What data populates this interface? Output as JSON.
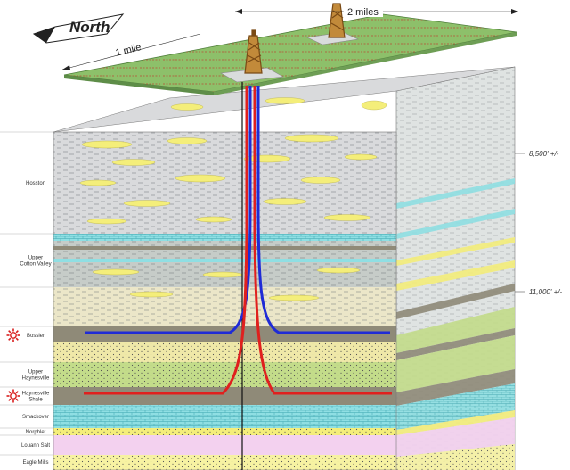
{
  "compass": {
    "label": "North"
  },
  "dimensions": {
    "width_label": "2 miles",
    "depth_label": "1 mile"
  },
  "depth_markers": [
    {
      "label": "8,500' +/-"
    },
    {
      "label": "11,000' +/-"
    }
  ],
  "formations": [
    {
      "name": "Hosston",
      "target": false
    },
    {
      "name": "Upper\nCotton Valley",
      "target": false
    },
    {
      "name": "Bossier",
      "target": true
    },
    {
      "name": "Upper\nHaynesville",
      "target": false
    },
    {
      "name": "Haynesville\nShale",
      "target": true
    },
    {
      "name": "Smackover",
      "target": false
    },
    {
      "name": "Norphlet",
      "target": false
    },
    {
      "name": "Louann Salt",
      "target": false
    },
    {
      "name": "Eagle Mills",
      "target": false
    }
  ],
  "colors": {
    "surface": "#8dc06a",
    "wellbore_bossier": "#1f2bd6",
    "wellbore_haynesville": "#e0201e",
    "target_marker": "#d81e1e",
    "hosston": "#d9dadc",
    "cotton_valley": "#c6ccc8",
    "sand": "#f4ee7a",
    "limestone": "#8fdfe3",
    "shale": "#8f8a78",
    "salt": "#f3d1ef",
    "eagle_mills": "#f7f2a2"
  },
  "icons": {
    "target": "target-sun-icon",
    "rig": "drilling-rig-icon",
    "compass": "north-arrow-icon"
  }
}
